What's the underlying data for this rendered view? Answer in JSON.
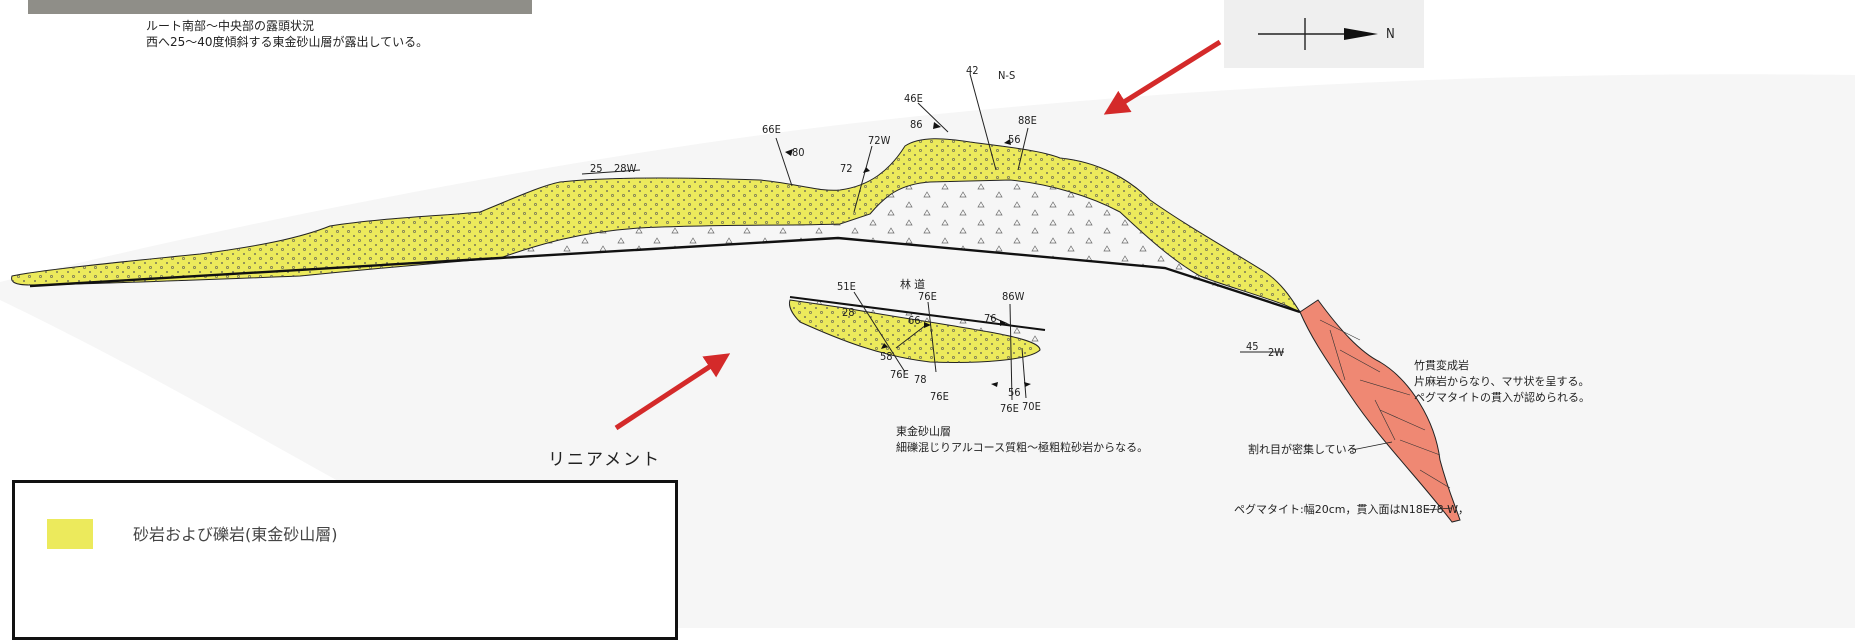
{
  "caption_top": {
    "line1": "ルート南部～中央部の露頭状況",
    "line2": "西へ25～40度傾斜する東金砂山層が露出している。"
  },
  "north_label": "N",
  "lineament_label": "リニアメント",
  "road_label": "林 道",
  "unit_caption": {
    "line1": "東金砂山層",
    "line2": "細礫混じりアルコース質粗～極粗粒砂岩からなる。"
  },
  "metamorphic_caption": {
    "line1": "竹貫変成岩",
    "line2": "片麻岩からなり、マサ状を呈する。",
    "line3": "ペグマタイトの貫入が認められる。"
  },
  "fracture_note": "割れ目が密集している",
  "pegmatite_note": "ペグマタイト:幅20cm，貫入面はN18E78 W，",
  "legend": {
    "item1": "砂岩および礫岩(東金砂山層)"
  },
  "attitudes": {
    "a25": "25",
    "a28w": "28W",
    "a66e": "66E",
    "a80": "80",
    "a72w": "72W",
    "a72": "72",
    "a46e": "46E",
    "a86": "86",
    "a42": "42",
    "ns": "N-S",
    "a88e": "88E",
    "a56": "56",
    "b51e": "51E",
    "b28": "28",
    "b76e1": "76E",
    "b66": "66",
    "b86w": "86W",
    "b76": "76",
    "b58": "58",
    "b76e2": "76E",
    "b78": "78",
    "b76e3": "76E",
    "b56": "56",
    "b76e4": "76E",
    "b70e": "70E",
    "c45": "45",
    "c2w": "2W"
  },
  "colors": {
    "sandstone": "#ecea5c",
    "metamorphic": "#ef8873",
    "arrow": "#d42a2a",
    "background_shade": "#f6f6f6"
  }
}
